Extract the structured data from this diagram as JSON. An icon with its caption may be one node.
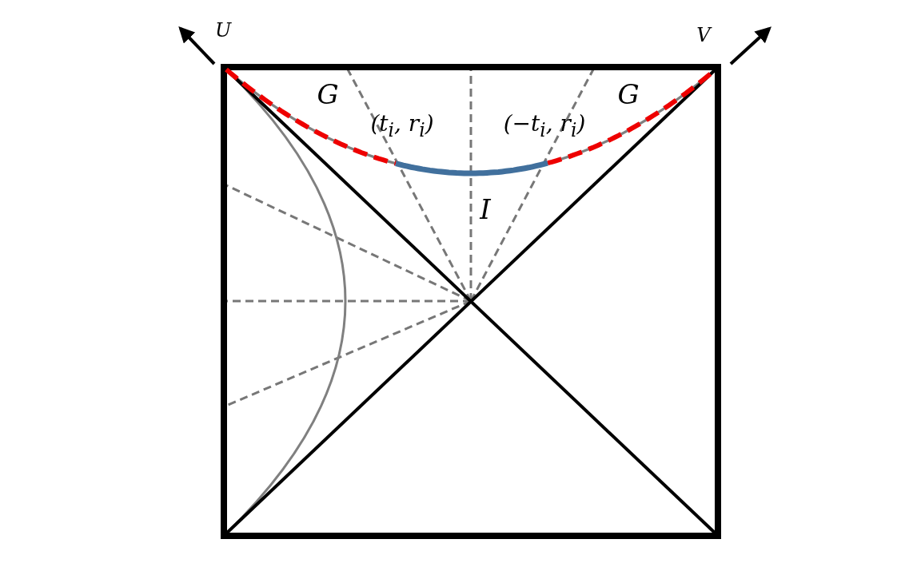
{
  "diagram": {
    "labels": [
      "U",
      "V",
      "G",
      "G",
      "(t$_{i}$, r$_{i}$)",
      "(−t$_{i}$, r$_{i}$)",
      "I"
    ]
  }
}
